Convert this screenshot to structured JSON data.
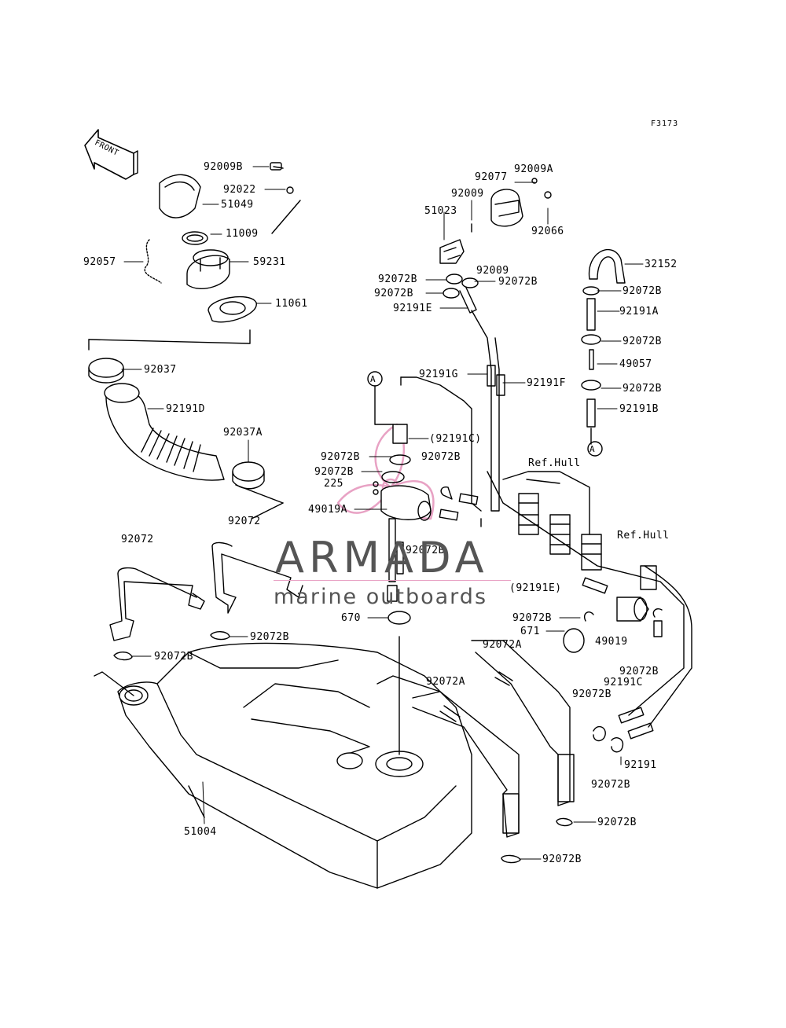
{
  "diagram": {
    "code": "F3173",
    "front_label": "FRONT",
    "ref_hull": "Ref.Hull",
    "ref_A": "A"
  },
  "watermark": {
    "brand": "ARMADA",
    "tagline": "marine outboards",
    "accent_color": "#e8a2c4"
  },
  "labels": {
    "l92009B": "92009B",
    "l92022": "92022",
    "l51049": "51049",
    "l11009": "11009",
    "l92057": "92057",
    "l59231": "59231",
    "l11061": "11061",
    "l92037": "92037",
    "l92191D": "92191D",
    "l92037A": "92037A",
    "l92072a": "92072",
    "l92072b": "92072",
    "l92077": "92077",
    "l92009A": "92009A",
    "l92009a": "92009",
    "l51023": "51023",
    "l92066": "92066",
    "l32152": "32152",
    "l92009b": "92009",
    "l92072B_1": "92072B",
    "l92072B_2": "92072B",
    "l92072B_3": "92072B",
    "l92191E": "92191E",
    "l92072B_r1": "92072B",
    "l92191A": "92191A",
    "l92072B_r2": "92072B",
    "l49057": "49057",
    "l92072B_r3": "92072B",
    "l92191G": "92191G",
    "l92191F": "92191F",
    "l92191B": "92191B",
    "l92191Cp": "(92191C)",
    "l92072B_c1": "92072B",
    "l92072B_c2": "92072B",
    "l92072B_c3": "92072B",
    "l225": "225",
    "l49019A": "49019A",
    "l92072B_c4": "92072B",
    "l92191Ep": "(92191E)",
    "l670": "670",
    "l92072B_s1": "92072B",
    "l671": "671",
    "l49019": "49019",
    "l92072B_l1": "92072B",
    "l92072B_l2": "92072B",
    "l92072A_1": "92072A",
    "l92072A_2": "92072A",
    "l92072B_r4": "92072B",
    "l92191C": "92191C",
    "l92072B_r5": "92072B",
    "l92191": "92191",
    "l92072B_r6": "92072B",
    "l51004": "51004",
    "l92072B_b1": "92072B",
    "l92072B_b2": "92072B"
  }
}
